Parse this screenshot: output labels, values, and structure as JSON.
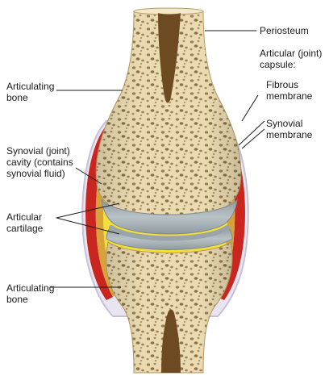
{
  "labels": {
    "periosteum": "Periosteum",
    "articular_capsule": [
      "Articular (joint)",
      "capsule:"
    ],
    "fibrous_membrane": [
      "Fibrous",
      "membrane"
    ],
    "synovial_membrane": [
      "Synovial",
      "membrane"
    ],
    "articulating_bone_top": [
      "Articulating",
      "bone"
    ],
    "synovial_cavity": [
      "Synovial (joint)",
      "cavity (contains",
      "synovial fluid)"
    ],
    "articular_cartilage": [
      "Articular",
      "cartilage"
    ],
    "articulating_bone_bottom": [
      "Articulating",
      "bone"
    ]
  },
  "colors": {
    "bone": "#eadbb2",
    "marrow_pores": "#8a6a3c",
    "medullary_cavity": "#6e4a22",
    "synovial_fluid": "#f4e033",
    "cartilage": "#a7b2b6",
    "synovial_membrane": "#d8a23a",
    "fibrous_capsule": "#c8261e",
    "capsule_outline": "#c7c0d8",
    "leader_line": "#1a1a1a"
  }
}
